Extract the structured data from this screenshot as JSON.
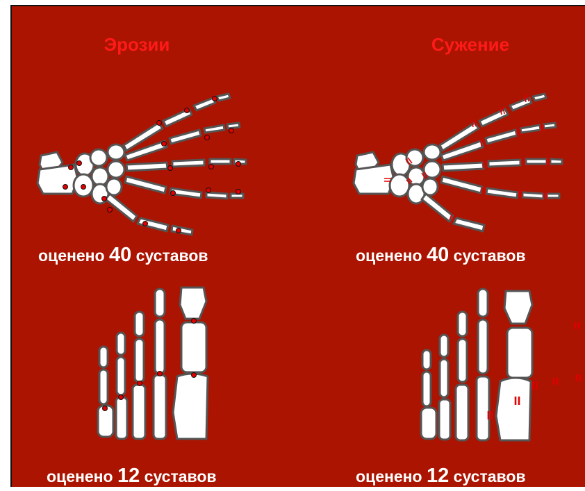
{
  "left": {
    "title": "Эрозии",
    "hand_caption": {
      "pre": "оценено ",
      "num": "40",
      "post": " суставов"
    },
    "foot_caption": {
      "pre": "оценено ",
      "num": "12",
      "post": " суставов"
    }
  },
  "right": {
    "title": "Сужение",
    "hand_caption": {
      "pre": "оценено ",
      "num": "40",
      "post": " суставов"
    },
    "foot_caption": {
      "pre": "оценено ",
      "num": "12",
      "post": " суставов"
    }
  },
  "colors": {
    "background": "#ab1400",
    "bone": "#ffffff",
    "bone_outline": "#555555",
    "title": "#ff1a1a",
    "erosion_dot": "#e00000",
    "narrowing_mark": "#e00000"
  },
  "icons": {
    "hand": "hand-skeleton-icon",
    "foot": "foot-skeleton-icon",
    "erosion": "erosion-dot-icon",
    "narrowing": "joint-narrowing-mark-icon"
  }
}
